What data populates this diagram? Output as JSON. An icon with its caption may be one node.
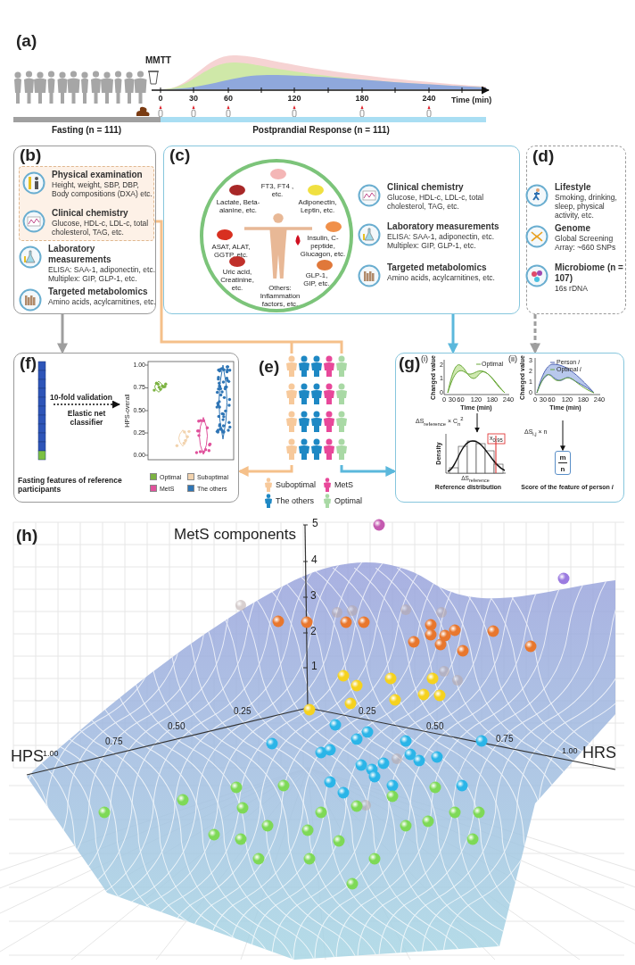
{
  "diagram": {
    "nodes": [
      {
        "text": [
          "(b)",
          "Laboratory measurements",
          "ELISA: SAA-1, adiponectin, etc.",
          "Multiplex: GIP, GLP-1, etc.",
          "Targeted metabolomics",
          "Amino acids, acylcarnitines, etc."
        ]
      },
      {
        "text": [
          "Physical examination",
          "Height, weight, SBP, DBP, Body compositions (DXA) etc.",
          "Clinical chemistry",
          "Glucose, HDL-c, LDL-c, total cholesterol, TAG, etc."
        ],
        "in": 0
      },
      {
        "text": [
          "(c)",
          "Clinical chemistry",
          "Glucose, HDL-c, LDL-c, total cholesterol, TAG, etc.",
          "Laboratory measurements",
          "ELISA: SAA-1, adiponectin, etc.",
          "Multiplex: GIP, GLP-1, etc.",
          "Targeted metabolomics",
          "Amino acids, acylcarnitines, etc."
        ]
      },
      {
        "text": [
          "FT3, FT4 , etc.",
          "Lactate, Beta-alanine, etc.",
          "Adiponectin, Leptin, etc.",
          "ASAT, ALAT, GGTP, etc.",
          "Insulin, C-peptide, Glucagon, etc.",
          "Uric acid, Creatinine, etc.",
          "GLP-1, GIP, etc.",
          "Others: Inflammation factors, etc."
        ],
        "in": 2
      },
      {
        "text": [
          "(d)",
          "Lifestyle",
          "Smoking, drinking, sleep, physical activity, etc.",
          "Genome",
          "Global Screening Array: ~660 SNPs",
          "Microbiome (n = 107)",
          "16s rDNA"
        ]
      },
      {
        "text": [
          "(f)",
          "10-fold validation",
          "Elastic net classifier",
          "Fasting features of reference participants"
        ]
      },
      {
        "text": [
          "(e)"
        ]
      },
      {
        "text": [
          "(g)"
        ]
      },
      {
        "text": [
          "m",
          "n"
        ],
        "in": 7
      }
    ],
    "edges": [
      {
        "from": 0,
        "to": 5,
        "arrow": "to",
        "color": "#9e9e9e"
      },
      {
        "from": 2,
        "to": 7,
        "arrow": "to",
        "color": "#5bb8dc"
      },
      {
        "from": 4,
        "to": 7,
        "arrow": "to",
        "style": "dashed",
        "color": "#9e9e9e"
      },
      {
        "from": 1,
        "to": 6,
        "arrow": "none",
        "color": "#f5c08a"
      },
      {
        "from": 6,
        "to": 5,
        "arrow": "to",
        "color": "#f5c08a"
      },
      {
        "from": 6,
        "to": 7,
        "arrow": "to",
        "color": "#5bb8dc"
      },
      {
        "from": null,
        "to": 8,
        "arrow": "to",
        "color": "#111111"
      }
    ],
    "labels": [
      "(a)",
      "MMTT",
      "0",
      "30",
      "60",
      "120",
      "180",
      "240",
      "Time (min)",
      "Fasting (n = 111)",
      "Postprandial Response (n = 111)",
      "HPS-overall",
      "1.00",
      "0.75",
      "0.50",
      "0.25",
      "0.00",
      "(i)",
      "Optimal",
      "Changed value",
      "2",
      "1",
      "0",
      "0",
      "30",
      "60",
      "120",
      "180",
      "240",
      "Time (min)",
      "(ii)",
      "Person *i*",
      "Optimal *i*",
      "Changed value",
      "3",
      "2",
      "1",
      "0",
      "0",
      "30",
      "60",
      "120",
      "180",
      "240",
      "Time (min)",
      "ΔS$_{reference}$ × C$_{n}$$^{2}$",
      "x$_{0.95}$",
      "Density",
      "ΔS$_{reference}$",
      "Reference distribution",
      "ΔS$_{i,j}$ × n",
      "Score of the feature of person *i*",
      "(h)",
      "MetS components",
      "5",
      "4",
      "3",
      "2",
      "1",
      "0.25",
      "0.50",
      "0.75",
      "1.00",
      "HPS",
      "0.25",
      "0.50",
      "0.75",
      "1.00",
      "HRS"
    ],
    "legend": [
      {
        "text": "Optimal",
        "color": "#7cb342"
      },
      {
        "text": "Suboptimal",
        "color": "#f2d3ae"
      },
      {
        "text": "MetS",
        "color": "#e0529c"
      },
      {
        "text": "The others",
        "color": "#2f75b5"
      },
      {
        "text": "Suboptimal",
        "color": "#f7c99b"
      },
      {
        "text": "MetS",
        "color": "#e8489a"
      },
      {
        "text": "The others",
        "color": "#1e88c4"
      },
      {
        "text": "Optimal",
        "color": "#a9d9a5"
      }
    ]
  }
}
